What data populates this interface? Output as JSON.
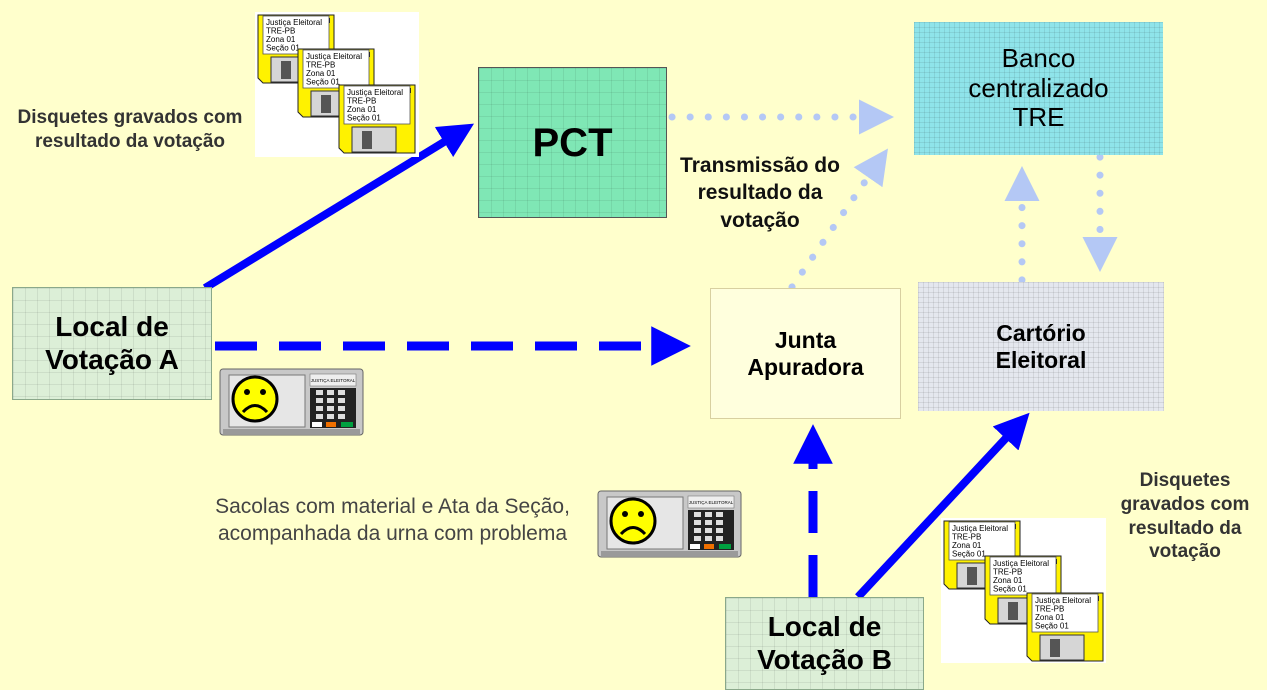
{
  "nodes": {
    "local_a": "Local de Votação A",
    "pct": "PCT",
    "banco": "Banco centralizado TRE",
    "junta": "Junta Apuradora",
    "cartorio": "Cartório Eleitoral",
    "local_b": "Local de Votação B"
  },
  "labels": {
    "disquetes_a": "Disquetes gravados com resultado da votação",
    "transmissao": "Transmissão do resultado da votação",
    "disquetes_b": "Disquetes gravados com resultado da votação",
    "sacolas": "Sacolas com material e Ata da Seção,  acompanhada da urna com problema"
  },
  "floppy_label": {
    "line1": "Justiça Eleitoral",
    "line2": "TRE-PB",
    "line3": "Zona 01",
    "line4": "Seção 01"
  },
  "urna_text": "JUSTIÇA ELEITORAL",
  "colors": {
    "background": "#FFFFCC",
    "arrow_solid": "#0000FF",
    "arrow_dotted": "#B4C8F5",
    "pct_fill": "#7FE7B5",
    "banco_fill": "#8FE4EA",
    "cartorio_fill": "#E4E7EE",
    "local_fill": "#DCEFD7",
    "junta_fill": "#FFFFDD",
    "floppy": "#FFF200"
  },
  "icons": [
    "floppy-disk-icon",
    "voting-machine-icon",
    "sad-face-icon"
  ]
}
